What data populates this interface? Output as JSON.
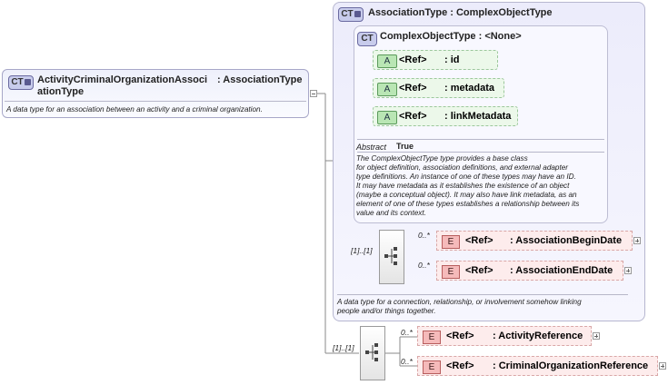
{
  "main": {
    "badge": "CT",
    "name_line1": "ActivityCriminalOrganizationAssoci",
    "name_line2": "ationType",
    "type": ": AssociationType",
    "description": "A data type for an association between an activity and a criminal organization."
  },
  "association": {
    "badge": "CT",
    "title": "AssociationType : ComplexObjectType",
    "description_line1": "A data type for a connection, relationship, or involvement somehow linking",
    "description_line2": "people and/or things together.",
    "sequence_multiplicity": "[1]..[1]"
  },
  "complex_object": {
    "badge": "CT",
    "title": "ComplexObjectType : <None>",
    "attributes": [
      {
        "badge": "A",
        "ref": "<Ref>",
        "name": ": id"
      },
      {
        "badge": "A",
        "ref": "<Ref>",
        "name": ": metadata"
      },
      {
        "badge": "A",
        "ref": "<Ref>",
        "name": ": linkMetadata"
      }
    ],
    "abstract_label": "Abstract",
    "abstract_value": "True",
    "description_lines": [
      "The ComplexObjectType type provides a base class",
      "for object definition, association definitions, and external adapter",
      "type definitions. An instance of one of these types may have an ID.",
      "It may have metadata as it establishes the existence of an object",
      "(maybe a conceptual object). It may also have link metadata, as an",
      "element of one of these types establishes a relationship between its",
      "value and its context."
    ]
  },
  "association_elements": [
    {
      "badge": "E",
      "ref": "<Ref>",
      "name": ": AssociationBeginDate",
      "multiplicity": "0..*"
    },
    {
      "badge": "E",
      "ref": "<Ref>",
      "name": ": AssociationEndDate",
      "multiplicity": "0..*"
    }
  ],
  "outer_sequence_multiplicity": "[1]..[1]",
  "outer_elements": [
    {
      "badge": "E",
      "ref": "<Ref>",
      "name": ": ActivityReference",
      "multiplicity": "0..*"
    },
    {
      "badge": "E",
      "ref": "<Ref>",
      "name": ": CriminalOrganizationReference",
      "multiplicity": "0..*"
    }
  ]
}
